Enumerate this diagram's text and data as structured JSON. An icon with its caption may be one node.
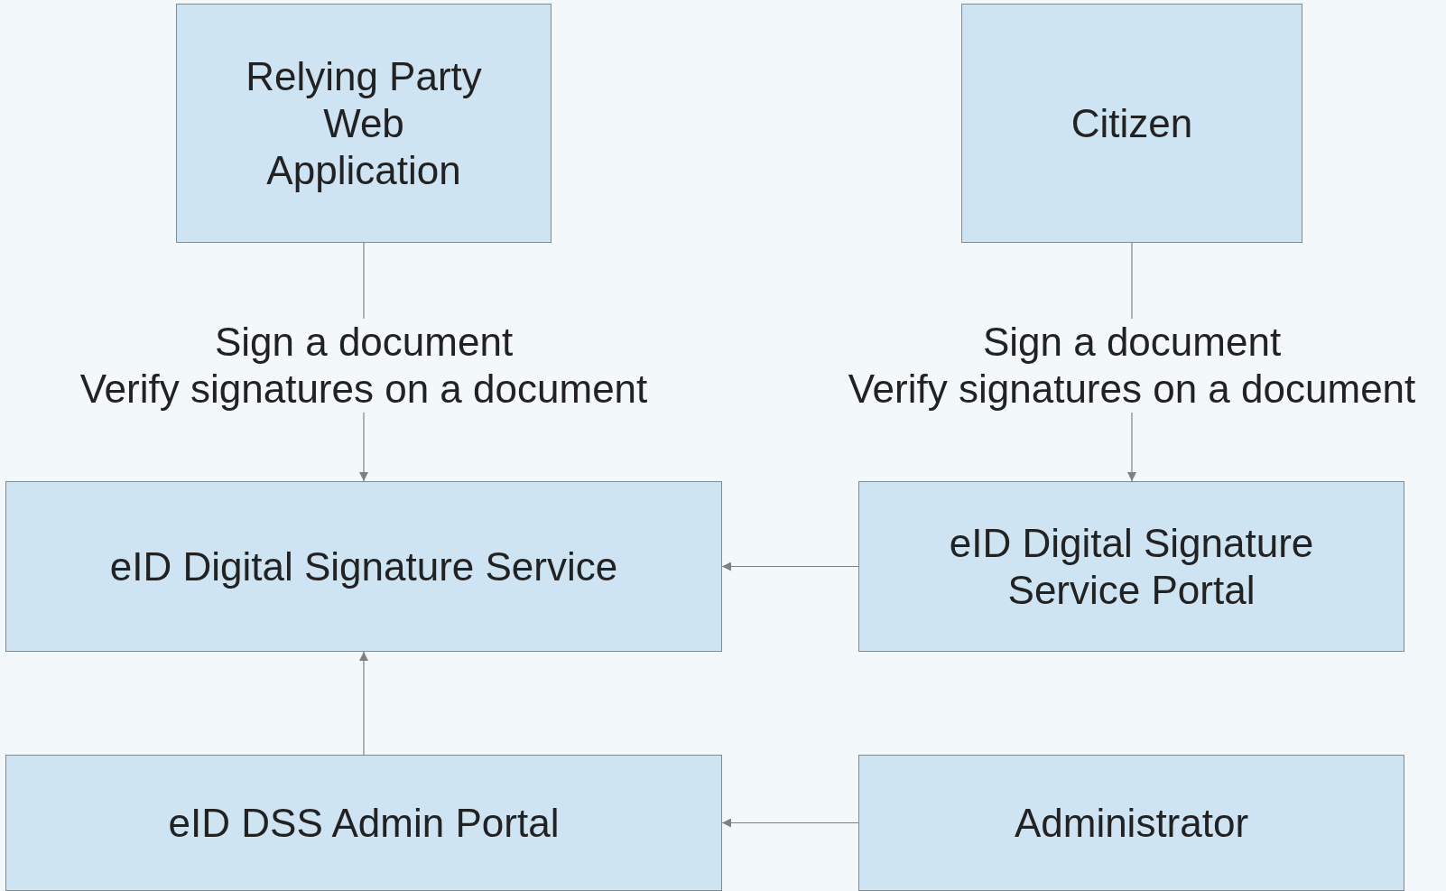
{
  "diagram": {
    "nodes": [
      {
        "text": [
          "Relying Party Web Application"
        ]
      },
      {
        "text": [
          "Citizen"
        ]
      },
      {
        "text": [
          "eID Digital Signature Service"
        ]
      },
      {
        "text": [
          "eID Digital Signature Service Portal"
        ]
      },
      {
        "text": [
          "eID DSS Admin Portal"
        ]
      },
      {
        "text": [
          "Administrator"
        ]
      }
    ],
    "edges": [
      {
        "from": 0,
        "to": 2,
        "arrow": "to",
        "label": [
          "Sign a document",
          "Verify signatures on a document"
        ]
      },
      {
        "from": 1,
        "to": 3,
        "arrow": "to",
        "label": [
          "Sign a document",
          "Verify signatures on a document"
        ]
      },
      {
        "from": 3,
        "to": 2,
        "arrow": "to"
      },
      {
        "from": 4,
        "to": 2,
        "arrow": "to"
      },
      {
        "from": 5,
        "to": 4,
        "arrow": "to"
      }
    ]
  }
}
